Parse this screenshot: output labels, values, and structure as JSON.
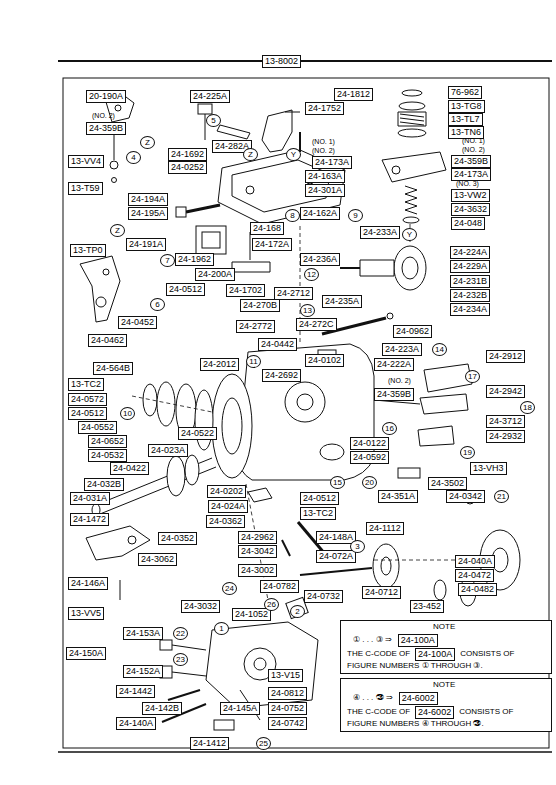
{
  "diagram": {
    "nodes": [
      {
        "text": [
          "13-8002"
        ]
      },
      {
        "text": [
          "20-190A"
        ]
      },
      {
        "text": [
          "24-359B"
        ]
      },
      {
        "text": [
          "24-225A"
        ]
      },
      {
        "text": [
          "24-282A"
        ]
      },
      {
        "text": [
          "24-1752"
        ]
      },
      {
        "text": [
          "24-1812"
        ]
      },
      {
        "text": [
          "76-962"
        ]
      },
      {
        "text": [
          "13-TG8"
        ]
      },
      {
        "text": [
          "13-TL7"
        ]
      },
      {
        "text": [
          "13-TN6"
        ]
      },
      {
        "text": [
          "24-1692"
        ]
      },
      {
        "text": [
          "24-0252"
        ]
      },
      {
        "text": [
          "13-VV4"
        ]
      },
      {
        "text": [
          "24-173A"
        ]
      },
      {
        "text": [
          "24-359B"
        ]
      },
      {
        "text": [
          "24-173A"
        ]
      },
      {
        "text": [
          "24-163A"
        ]
      },
      {
        "text": [
          "13-VW2"
        ]
      },
      {
        "text": [
          "24-301A"
        ]
      },
      {
        "text": [
          "13-T59"
        ]
      },
      {
        "text": [
          "24-194A"
        ]
      },
      {
        "text": [
          "24-195A"
        ]
      },
      {
        "text": [
          "24-3632"
        ]
      },
      {
        "text": [
          "24-162A"
        ]
      },
      {
        "text": [
          "24-048"
        ]
      },
      {
        "text": [
          "24-168"
        ]
      },
      {
        "text": [
          "24-191A"
        ]
      },
      {
        "text": [
          "24-172A"
        ]
      },
      {
        "text": [
          "24-233A"
        ]
      },
      {
        "text": [
          "13-TP0"
        ]
      },
      {
        "text": [
          "24-224A"
        ]
      },
      {
        "text": [
          "24-1962"
        ]
      },
      {
        "text": [
          "24-236A"
        ]
      },
      {
        "text": [
          "24-229A"
        ]
      },
      {
        "text": [
          "24-200A"
        ]
      },
      {
        "text": [
          "24-231B"
        ]
      },
      {
        "text": [
          "24-0512"
        ]
      },
      {
        "text": [
          "24-1702"
        ]
      },
      {
        "text": [
          "24-2712"
        ]
      },
      {
        "text": [
          "24-232B"
        ]
      },
      {
        "text": [
          "24-235A"
        ]
      },
      {
        "text": [
          "24-270B"
        ]
      },
      {
        "text": [
          "24-234A"
        ]
      },
      {
        "text": [
          "24-0452"
        ]
      },
      {
        "text": [
          "24-2772"
        ]
      },
      {
        "text": [
          "24-272C"
        ]
      },
      {
        "text": [
          "24-0962"
        ]
      },
      {
        "text": [
          "24-0462"
        ]
      },
      {
        "text": [
          "24-0442"
        ]
      },
      {
        "text": [
          "24-223A"
        ]
      },
      {
        "text": [
          "24-2912"
        ]
      },
      {
        "text": [
          "24-0102"
        ]
      },
      {
        "text": [
          "24-222A"
        ]
      },
      {
        "text": [
          "24-2012"
        ]
      },
      {
        "text": [
          "24-564B"
        ]
      },
      {
        "text": [
          "24-2692"
        ]
      },
      {
        "text": [
          "13-TC2"
        ]
      },
      {
        "text": [
          "24-2942"
        ]
      },
      {
        "text": [
          "24-359B"
        ]
      },
      {
        "text": [
          "24-0572"
        ]
      },
      {
        "text": [
          "24-0512"
        ]
      },
      {
        "text": [
          "24-3712"
        ]
      },
      {
        "text": [
          "24-0552"
        ]
      },
      {
        "text": [
          "24-0522"
        ]
      },
      {
        "text": [
          "24-2932"
        ]
      },
      {
        "text": [
          "24-0652"
        ]
      },
      {
        "text": [
          "24-0122"
        ]
      },
      {
        "text": [
          "24-023A"
        ]
      },
      {
        "text": [
          "24-0532"
        ]
      },
      {
        "text": [
          "24-0592"
        ]
      },
      {
        "text": [
          "24-0422"
        ]
      },
      {
        "text": [
          "13-VH3"
        ]
      },
      {
        "text": [
          "24-3502"
        ]
      },
      {
        "text": [
          "24-032B"
        ]
      },
      {
        "text": [
          "24-0202"
        ]
      },
      {
        "text": [
          "24-351A"
        ]
      },
      {
        "text": [
          "24-0342"
        ]
      },
      {
        "text": [
          "24-031A"
        ]
      },
      {
        "text": [
          "24-0512"
        ]
      },
      {
        "text": [
          "24-024A"
        ]
      },
      {
        "text": [
          "13-TC2"
        ]
      },
      {
        "text": [
          "24-1472"
        ]
      },
      {
        "text": [
          "24-0362"
        ]
      },
      {
        "text": [
          "24-1112"
        ]
      },
      {
        "text": [
          "24-2962"
        ]
      },
      {
        "text": [
          "24-148A"
        ]
      },
      {
        "text": [
          "24-0352"
        ]
      },
      {
        "text": [
          "24-3062"
        ]
      },
      {
        "text": [
          "24-3042"
        ]
      },
      {
        "text": [
          "24-072A"
        ]
      },
      {
        "text": [
          "24-040A"
        ]
      },
      {
        "text": [
          "24-3002"
        ]
      },
      {
        "text": [
          "24-0472"
        ]
      },
      {
        "text": [
          "24-146A"
        ]
      },
      {
        "text": [
          "24-0782"
        ]
      },
      {
        "text": [
          "24-0482"
        ]
      },
      {
        "text": [
          "24-0712"
        ]
      },
      {
        "text": [
          "24-0732"
        ]
      },
      {
        "text": [
          "24-3032"
        ]
      },
      {
        "text": [
          "23-452"
        ]
      },
      {
        "text": [
          "13-VV5"
        ]
      },
      {
        "text": [
          "24-1052"
        ]
      },
      {
        "text": [
          "NOTE",
          "① . . . ③ ⇒",
          "THE C-CODE OF",
          "CONSISTS OF",
          "FIGURE NUMBERS ① THROUGH ③."
        ]
      },
      {
        "text": [
          "24-100A"
        ],
        "in": 103
      },
      {
        "text": [
          "24-100A"
        ],
        "in": 103
      },
      {
        "text": [
          "24-153A"
        ]
      },
      {
        "text": [
          "24-150A"
        ]
      },
      {
        "text": [
          "24-152A"
        ]
      },
      {
        "text": [
          "13-V15"
        ]
      },
      {
        "text": [
          "NOTE",
          "④ . . . ㉖ ⇒",
          "THE C-CODE OF",
          "CONSISTS OF",
          "FIGURE NUMBERS ④ THROUGH ㉖."
        ]
      },
      {
        "text": [
          "24-6002"
        ],
        "in": 110
      },
      {
        "text": [
          "24-6002"
        ],
        "in": 110
      },
      {
        "text": [
          "24-1442"
        ]
      },
      {
        "text": [
          "24-0812"
        ]
      },
      {
        "text": [
          "24-142B"
        ]
      },
      {
        "text": [
          "24-145A"
        ]
      },
      {
        "text": [
          "24-0752"
        ]
      },
      {
        "text": [
          "24-140A"
        ]
      },
      {
        "text": [
          "24-0742"
        ]
      },
      {
        "text": [
          "24-1412"
        ]
      }
    ],
    "labels": [
      "(NO. 2)",
      "5",
      "4",
      "Z",
      "Z",
      "Y",
      "(NO. 1)",
      "(NO. 2)",
      "(NO. 1)",
      "(NO. 2)",
      "(NO. 3)",
      "8",
      "9",
      "Z",
      "Y",
      "7",
      "12",
      "6",
      "13",
      "14",
      "11",
      "(NO. 2)",
      "17",
      "10",
      "18",
      "16",
      "19",
      "20",
      "15",
      "21",
      "3",
      "24",
      "26",
      "2",
      "1",
      "22",
      "23",
      "25"
    ]
  }
}
